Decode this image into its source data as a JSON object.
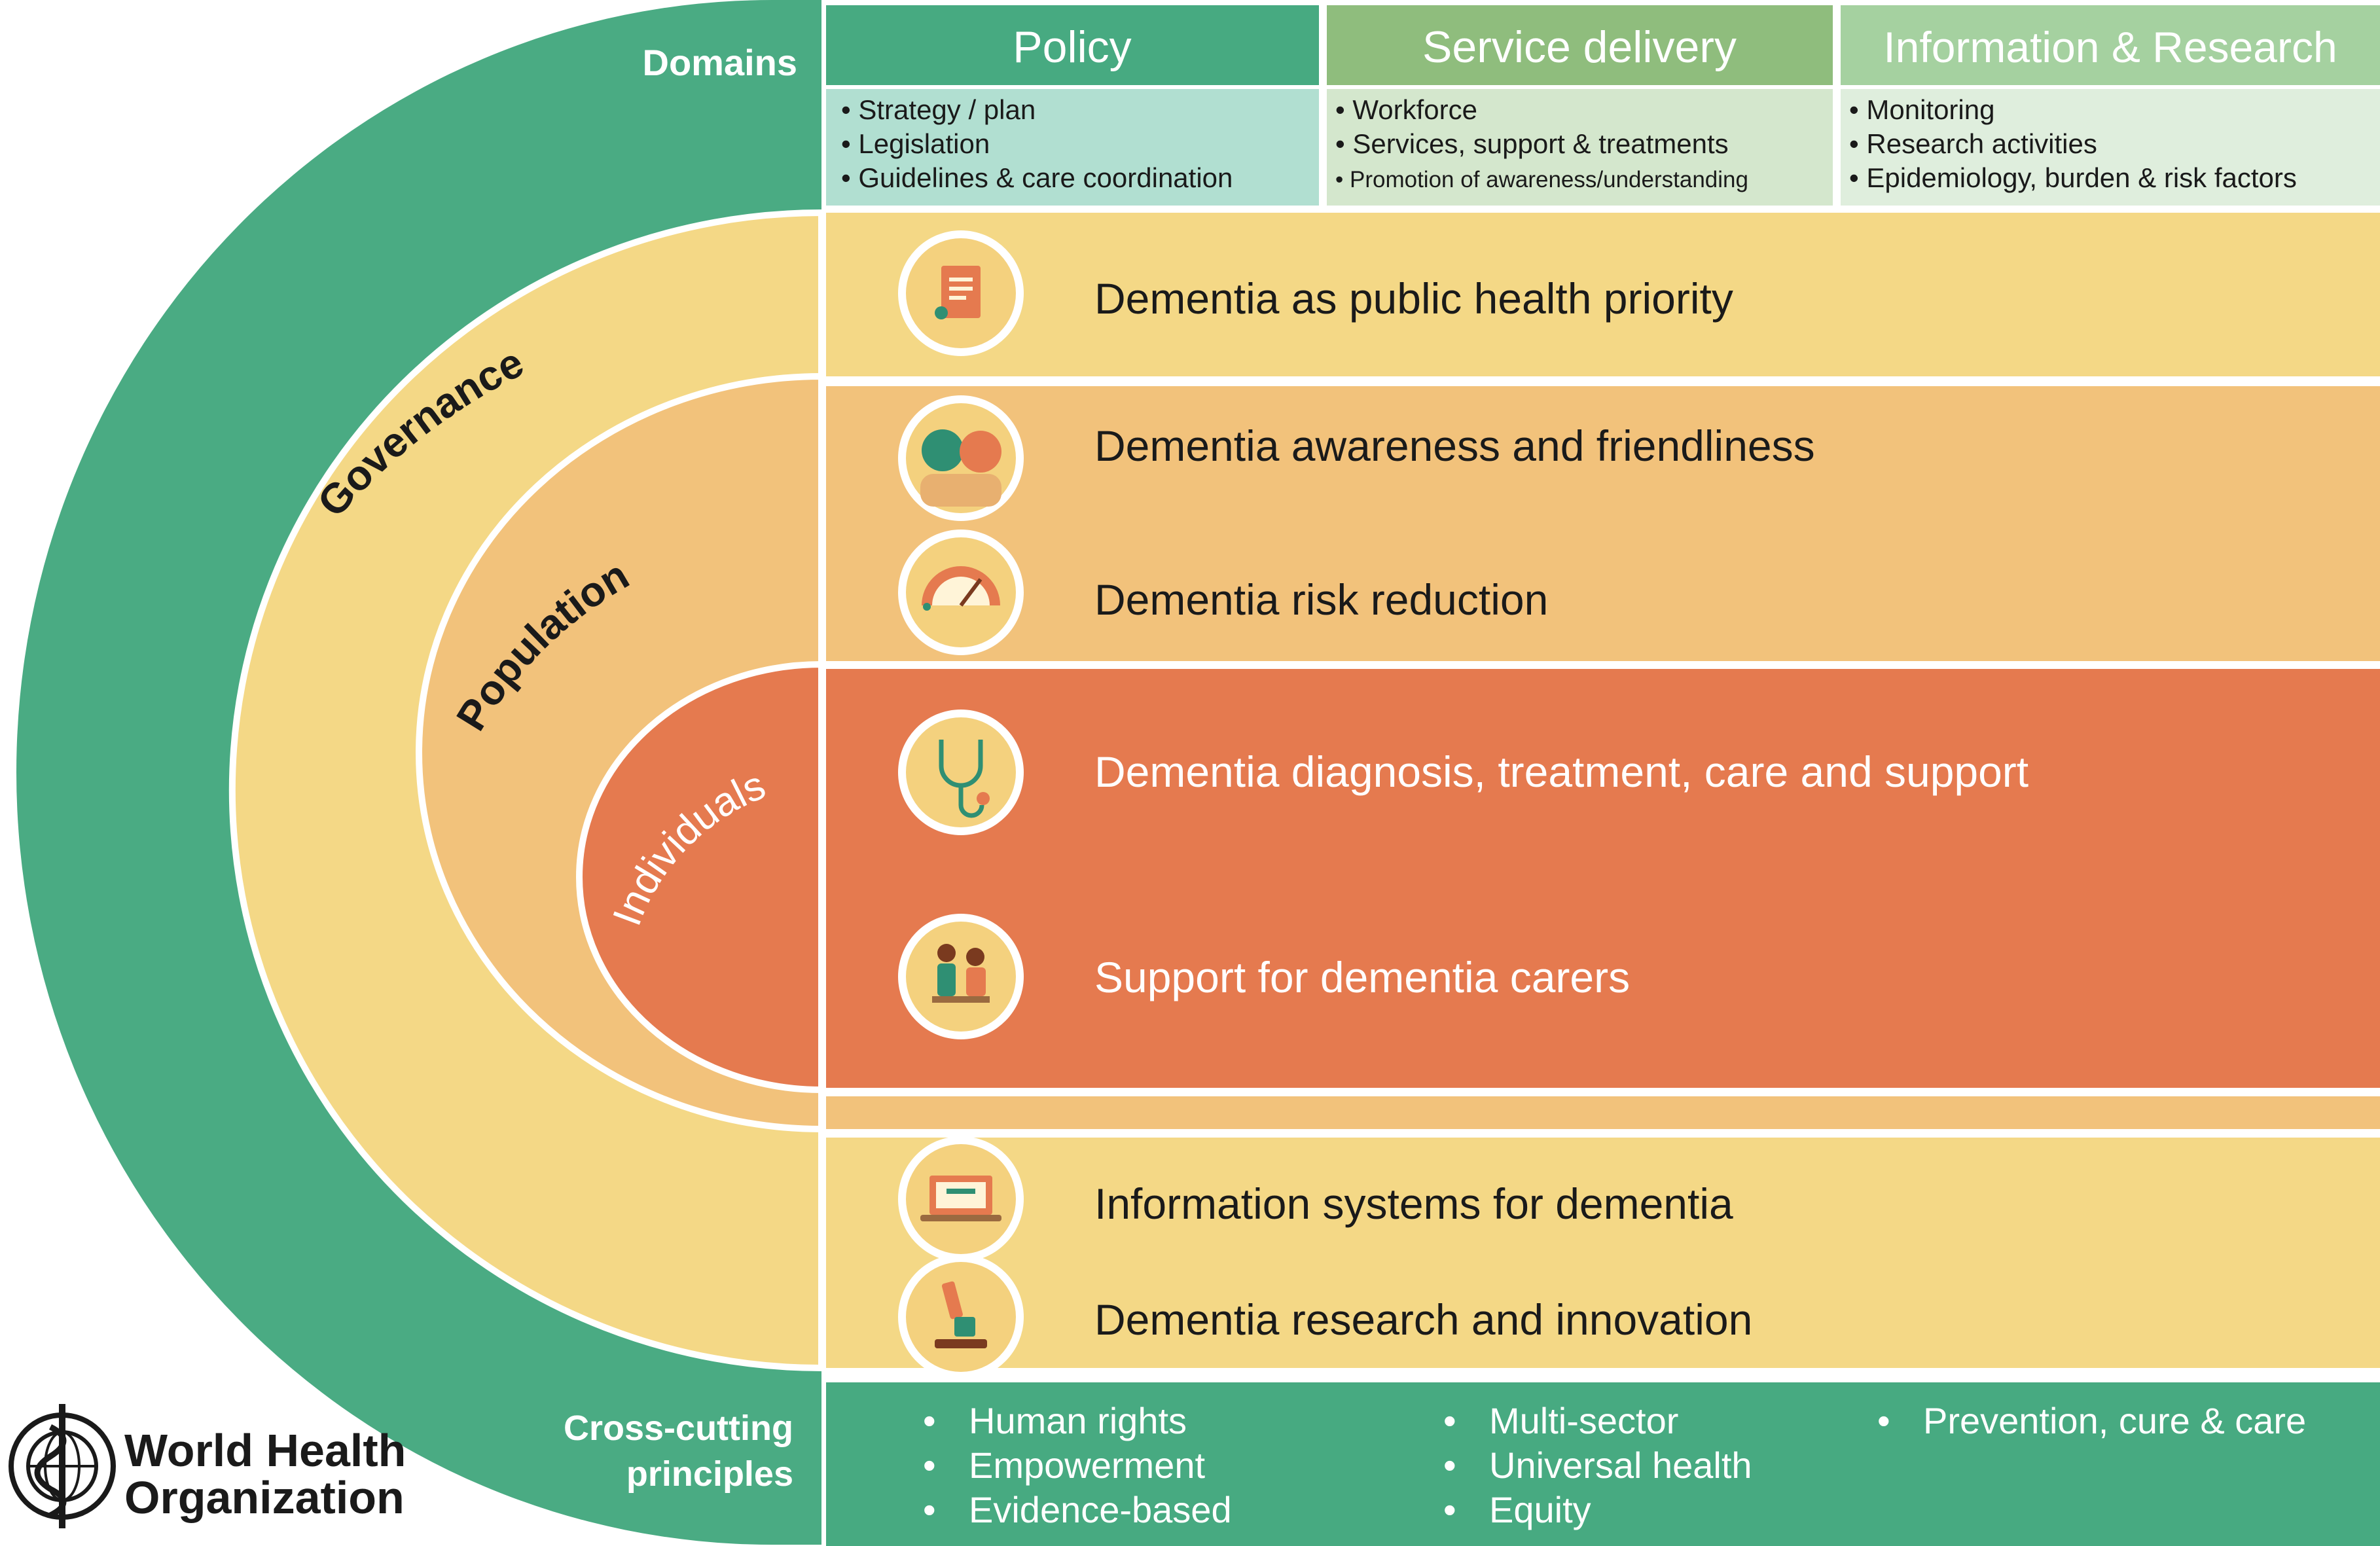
{
  "colors": {
    "governance_green": "#4aab83",
    "policy_green": "#47aa81",
    "service_green": "#8fbd7d",
    "research_green": "#a5d1a0",
    "policy_sub": "#b1dfd1",
    "service_sub": "#d4e7cd",
    "research_sub": "#dfeedd",
    "governance_yellow": "#f4d886",
    "population_orange": "#f2c27b",
    "individuals_red": "#e57a4f",
    "icon_bg": "#f4d17e",
    "white": "#ffffff"
  },
  "rings": {
    "governance": "Governance",
    "population": "Population",
    "individuals": "Individuals"
  },
  "header": {
    "domains_label": "Domains",
    "columns": [
      {
        "title": "Policy",
        "items": [
          "Strategy / plan",
          "Legislation",
          "Guidelines & care coordination"
        ]
      },
      {
        "title": "Service delivery",
        "items": [
          "Workforce",
          "Services, support & treatments",
          "Promotion of awareness/understanding"
        ]
      },
      {
        "title": "Information & Research",
        "items": [
          "Monitoring",
          "Research activities",
          "Epidemiology, burden & risk factors"
        ]
      }
    ]
  },
  "areas": [
    {
      "label": "Dementia as public health priority",
      "icon": "document-icon"
    },
    {
      "label": "Dementia awareness and friendliness",
      "icon": "people-icon"
    },
    {
      "label": "Dementia risk reduction",
      "icon": "gauge-icon"
    },
    {
      "label": "Dementia diagnosis, treatment, care and support",
      "icon": "stethoscope-icon"
    },
    {
      "label": "Support for dementia carers",
      "icon": "carer-icon"
    },
    {
      "label": "Information systems for dementia",
      "icon": "laptop-icon"
    },
    {
      "label": "Dementia research and innovation",
      "icon": "microscope-icon"
    }
  ],
  "footer": {
    "label_line1": "Cross-cutting",
    "label_line2": "principles",
    "principles": [
      "Human rights",
      "Empowerment",
      "Evidence-based",
      "Multi-sector",
      "Universal health",
      "Equity",
      "Prevention, cure & care"
    ]
  },
  "logo": {
    "line1": "World Health",
    "line2": "Organization",
    "emblem": "who-emblem-icon"
  }
}
